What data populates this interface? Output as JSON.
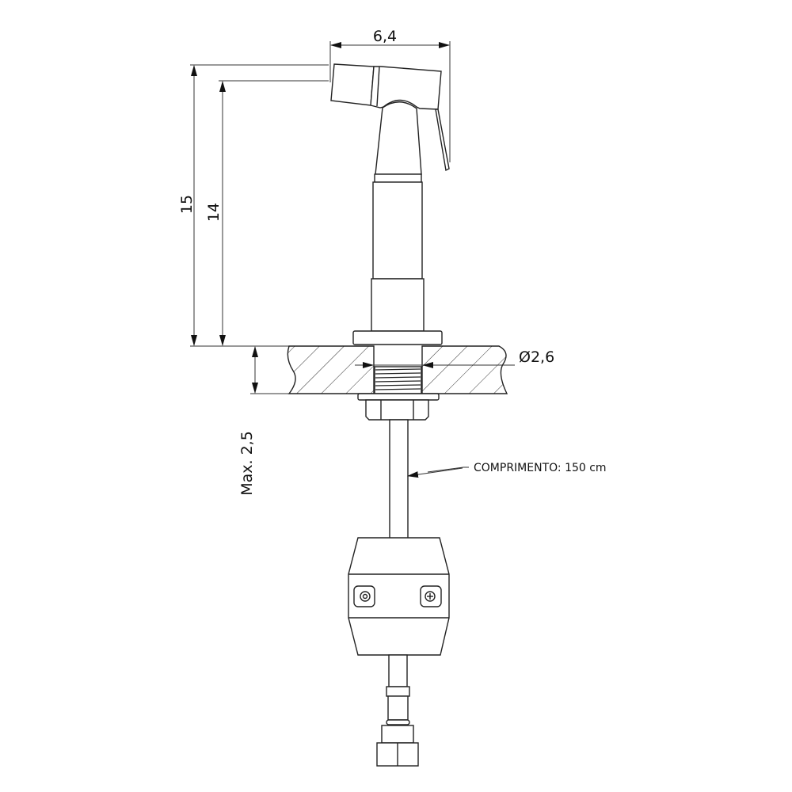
{
  "dimensions": {
    "width_label": "6,4",
    "height_total_label": "15",
    "height_stem_label": "14",
    "max_thickness_label": "Max. 2,5",
    "diameter_label": "Ø2,6"
  },
  "annotations": {
    "hose_length_label": "COMPRIMENTO: 150 cm"
  }
}
